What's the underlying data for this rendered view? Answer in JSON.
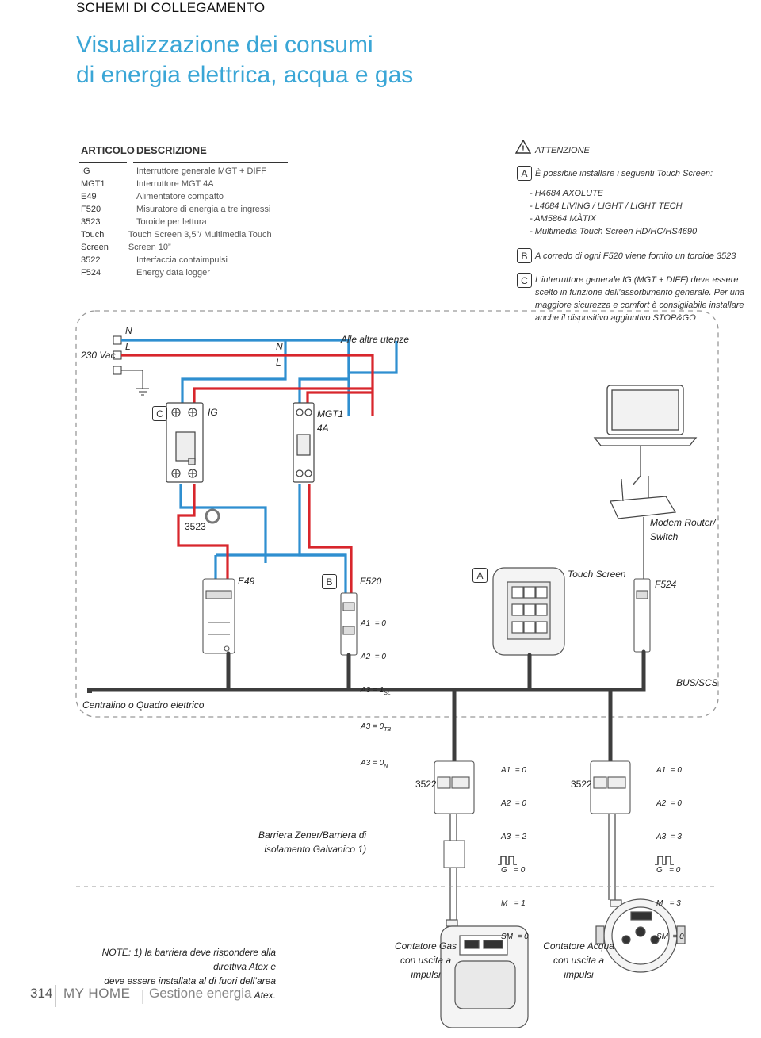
{
  "header": {
    "section": "SCHEMI DI COLLEGAMENTO",
    "title_line1": "Visualizzazione dei consumi",
    "title_line2": "di energia elettrica, acqua e gas"
  },
  "table": {
    "col_articolo": "ARTICOLO",
    "col_descrizione": "DESCRIZIONE",
    "rows": [
      {
        "code": "IG",
        "desc": "Interruttore generale MGT + DIFF"
      },
      {
        "code": "MGT1",
        "desc": "Interruttore MGT 4A"
      },
      {
        "code": "E49",
        "desc": "Alimentatore compatto"
      },
      {
        "code": "F520",
        "desc": "Misuratore di energia a tre ingressi"
      },
      {
        "code": "3523",
        "desc": "Toroide per lettura"
      },
      {
        "code": "Touch Screen",
        "desc": "Touch Screen 3,5”/ Multimedia Touch Screen 10”"
      },
      {
        "code": "3522",
        "desc": "Interfaccia contaimpulsi"
      },
      {
        "code": "F524",
        "desc": "Energy data logger"
      }
    ]
  },
  "attention": {
    "title": "ATTENZIONE",
    "a_letter": "A",
    "a_text": "È possibile installare i seguenti Touch Screen:",
    "a_list": [
      "- H4684 AXOLUTE",
      "- L4684 LIVING / LIGHT / LIGHT TECH",
      "- AM5864 MÀTIX",
      "- Multimedia Touch Screen HD/HC/HS4690"
    ],
    "b_letter": "B",
    "b_text": "A corredo di ogni F520 viene fornito un toroide 3523",
    "c_letter": "C",
    "c_lines": [
      "L’interruttore generale IG (MGT + DIFF) deve essere",
      "scelto in funzione dell’assorbimento generale. Per una",
      "maggiore sicurezza e comfort è consigliabile installare",
      "anche il dispositivo aggiuntivo STOP&GO"
    ]
  },
  "diagram": {
    "supply": "230 Vac",
    "n": "N",
    "l": "L",
    "n2": "N",
    "l2": "L",
    "other_loads": "Alle altre utenze",
    "c_letter": "C",
    "ig": "IG",
    "mgt1_line1": "MGT1",
    "mgt1_line2": "4A",
    "toroid": "3523",
    "modem_line1": "Modem Router/",
    "modem_line2": "Switch",
    "e49": "E49",
    "b_letter": "B",
    "f520": "F520",
    "f520_cfg": [
      "A1  = 0",
      "A2  = 0",
      "A3 = 1",
      "A3 = 0",
      "A3 = 0"
    ],
    "f520_sub": [
      "",
      "",
      "SL",
      "TB",
      "N"
    ],
    "a_letter": "A",
    "touch_screen": "Touch Screen",
    "f524": "F524",
    "bus": "BUS/SCS",
    "panel": "Centralino o Quadro elettrico",
    "iface1": "3522",
    "iface1_cfg": [
      "A1  = 0",
      "A2  = 0",
      "A3  = 2",
      "G   = 0",
      "M   = 1",
      "SM  = 0"
    ],
    "iface2": "3522",
    "iface2_cfg": [
      "A1  = 0",
      "A2  = 0",
      "A3  = 3",
      "G   = 0",
      "M   = 3",
      "SM  = 0"
    ],
    "barrier_line1": "Barriera Zener/Barriera di",
    "barrier_line2": "isolamento Galvanico 1)",
    "note_line1": "NOTE: 1) la barriera deve rispondere alla direttiva Atex e",
    "note_line2": "deve essere installata al di fuori dell’area Atex.",
    "gas_line1": "Contatore Gas",
    "gas_line2": "con uscita a",
    "gas_line3": "impulsi",
    "water_line1": "Contatore Acqua",
    "water_line2": "con uscita a",
    "water_line3": "impulsi"
  },
  "footer": {
    "page": "314",
    "brand": "MY HOME",
    "section": "Gestione energia"
  },
  "colors": {
    "title": "#3aa6d6",
    "neutral_wire": "#2f8fd0",
    "live_wire": "#d8262c",
    "bus": "#444444"
  }
}
